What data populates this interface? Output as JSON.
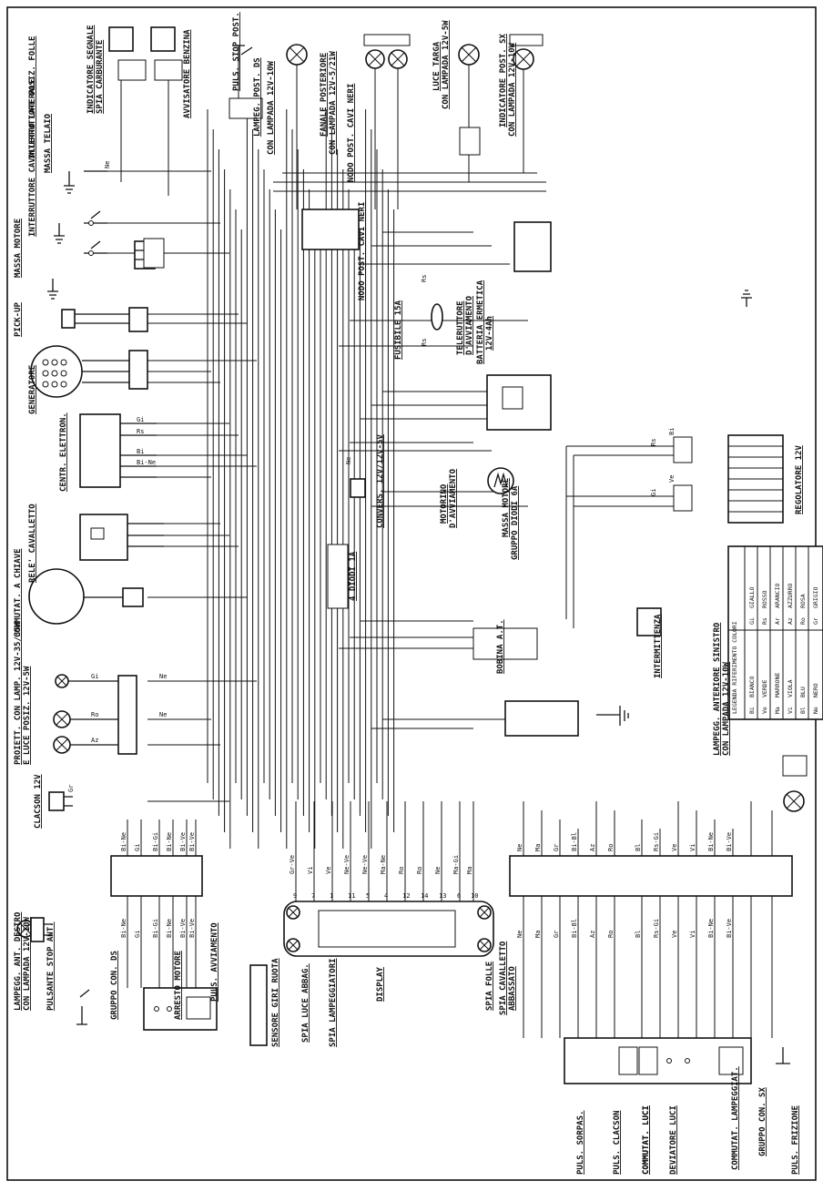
{
  "components": {
    "lampeggiatore_ant_destro": "LAMPEGG. ANT. DESTRO",
    "lampeggiatore_ant_destro_lamp": "CON LAMPADA 12V-10W",
    "pulsante_stop_ant": "PULSANTE STOP ANT.",
    "gruppo_con_ds": "GRUPPO CON. DS",
    "arresto_motore": "ARRESTO MOTORE",
    "puls_avviamento": "PULS. AVVIAMENTO",
    "sensore_giri_ruota": "SENSORE GIRI RUOTA",
    "spia_luce_abbag": "SPIA LUCE ABBAG.",
    "spia_lampeggiatori": "SPIA LAMPEGGIATORI",
    "display": "DISPLAY",
    "spia_folle": "SPIA FOLLE",
    "spia_cavalletto": "SPIA CAVALLETTO",
    "spia_cavalletto_2": "ABBASSATO",
    "puls_sorpasso": "PULS. SORPAS.",
    "puls_clacson": "PULS. CLACSON",
    "commutat_luci": "COMMUTAT. LUCI",
    "deviatore_luci": "DEVIATORE LUCI",
    "commutat_lampeggiatori": "COMMUTAT. LAMPEGGIAT.",
    "gruppo_con_sx": "GRUPPO CON. SX",
    "puls_frizione": "PULS. FRIZIONE",
    "clacson": "CLACSON 12V",
    "proiettore": "PROIETT. CON LAMP. 12V-35/35W",
    "proiettore_2": "E LUCE POSIZ. 12V-5W",
    "commutat_chiave": "COMMUTAT. A CHIAVE",
    "rele_cavalletto": "RELE' CAVALLETTO",
    "centr_elettron": "CENTR. ELETTRON.",
    "generatore": "GENERATORE",
    "pick_up": "PICK-UP",
    "massa_motore": "MASSA MOTORE",
    "interruttore_cavalletto": "INTERRUTTORE CAVALLETTO LATERALE",
    "interruttore_folle": "INTERRUTTORE POSIZ. FOLLE",
    "massa_telaio": "MASSA TELAIO",
    "pulsante_stop_post": "PULS. STOP POST.",
    "lampeg_post_ds": "LAMPEG. POST. DS",
    "lampeg_post_ds_2": "CON LAMPADA 12V-10W",
    "indicatore_segnale": "INDICATORE SEGNALE",
    "spia_carburante": "SPIA CARBURANTE",
    "avvisatore_benzina": "AVVISATORE BENZINA",
    "fanale_posteriore": "FANALE POSTERIORE",
    "fanale_posteriore_2": "CON LAMPADA 12V-5/21W",
    "nodo_post": "NODO POST. CAVI NERI",
    "luce_targa": "LUCE TARGA",
    "luce_targa_2": "CON LAMPADA 12V-5W",
    "indicatore_post_sx": "INDICATORE POST. SX",
    "indicatore_post_sx_2": "CON LAMPADA 12V-10W",
    "telerruttore": "TELERUTTORE",
    "telerruttore_2": "D'AVVIAMENTO",
    "batteria": "BATTERIA ERMETICA",
    "batteria_2": "12V-4Ah",
    "fusibile": "FUSIBILE 15A",
    "motorino": "MOTORINO",
    "motorino_2": "D'AVVIAMENTO",
    "massa_motore_2": "MASSA MOTORE",
    "gruppo_diodi": "GRUPPO DIODI 6A",
    "regolatore": "REGOLATORE 12V",
    "convers": "CONVERS. 12V/12V-5V",
    "diodi_1a": "4 DIODI 1A",
    "bobina_at": "BOBINA A.T.",
    "intermittenza": "INTERMITTENZA",
    "lampeg_ant_sx": "LAMPEGG. ANTERIORE SINISTRO",
    "lampeg_ant_sx_2": "CON LAMPADA 12V-10W"
  },
  "legend": {
    "title": "LEGENDA RIFERIMENTO COLORI",
    "rows": [
      [
        "Bi",
        "BIANCO",
        "Gi",
        "GIALLO"
      ],
      [
        "Ve",
        "VERDE",
        "Rs",
        "ROSSO"
      ],
      [
        "Ma",
        "MARRONE",
        "Ar",
        "ARANCIO"
      ],
      [
        "Vi",
        "VIOLA",
        "Az",
        "AZZURRO"
      ],
      [
        "Bl",
        "BLU",
        "Ro",
        "ROSA"
      ],
      [
        "Ne",
        "NERO",
        "Gr",
        "GRIGIO"
      ]
    ]
  },
  "wire_codes": {
    "conn_left": [
      "Bi-Ne",
      "Gi",
      "Bi-Gi",
      "Bi-Ne",
      "Bi-Ve",
      "Bi-Ve"
    ],
    "display_pins": [
      "Gr-Ve",
      "Vi",
      "Ve",
      "Ne-Ve",
      "Ne-Ve",
      "Ma-Ne",
      "Ro",
      "Ro",
      "Ne",
      "Ma-Gi",
      "Ma"
    ],
    "display_nums": [
      "9",
      "7",
      "1",
      "11",
      "5",
      "4",
      "12",
      "14",
      "13",
      "6",
      "10"
    ],
    "conn_right": [
      "Ne",
      "Ma",
      "Gr",
      "Bi-Bl",
      "Az",
      "Ro",
      "Bl",
      "Rs-Gi",
      "Ve",
      "Vi",
      "Bi-Ne",
      "Bi-Ve"
    ],
    "light_wires": [
      "Gi",
      "Ne",
      "Ro",
      "Ne",
      "Az"
    ],
    "gen_wires": [
      "Gi",
      "Rs",
      "Bi",
      "Bi-Ne"
    ],
    "misc": [
      "Ne",
      "Gr",
      "Ne",
      "Rs",
      "Rs",
      "Bi",
      "Ve",
      "Rs",
      "Gi"
    ]
  }
}
